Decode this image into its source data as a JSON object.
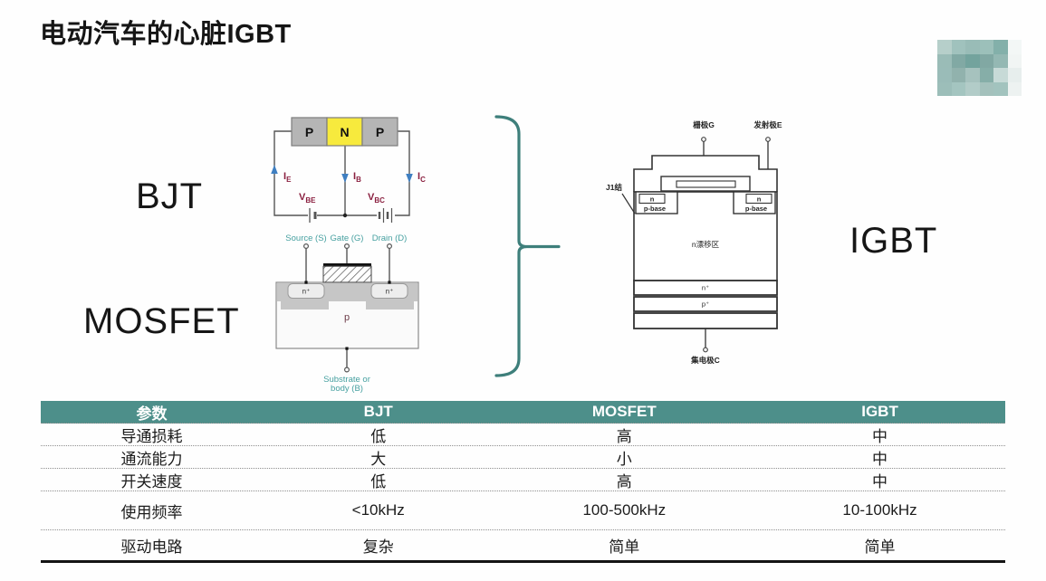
{
  "title": "电动汽车的心脏IGBT",
  "device_labels": {
    "bjt": "BJT",
    "mosfet": "MOSFET",
    "igbt": "IGBT"
  },
  "bjt_diagram": {
    "blocks": [
      "P",
      "N",
      "P"
    ],
    "currents": [
      {
        "base": "I",
        "sub": "E"
      },
      {
        "base": "I",
        "sub": "B"
      },
      {
        "base": "I",
        "sub": "C"
      }
    ],
    "voltages": [
      {
        "base": "V",
        "sub": "BE"
      },
      {
        "base": "V",
        "sub": "BC"
      }
    ]
  },
  "mosfet_diagram": {
    "terminals": [
      "Source (S)",
      "Gate (G)",
      "Drain (D)"
    ],
    "wells": [
      "n⁺",
      "n⁺"
    ],
    "body_label": "p",
    "substrate_line1": "Substrate or",
    "substrate_line2": "body (B)"
  },
  "igbt_diagram": {
    "gate_label": "栅极G",
    "emitter_label": "发射极E",
    "junction_label": "J1结",
    "well_n_left": "n",
    "well_n_right": "n",
    "well_pbase_left": "p-base",
    "well_pbase_right": "p-base",
    "drift_label": "n漂移区",
    "nplus_label": "n⁺",
    "pplus_label": "p⁺",
    "collector_label": "集电极C"
  },
  "table": {
    "headers": [
      "参数",
      "BJT",
      "MOSFET",
      "IGBT"
    ],
    "rows": [
      {
        "param": "导通损耗",
        "bjt": "低",
        "mosfet": "高",
        "igbt": "中"
      },
      {
        "param": "通流能力",
        "bjt": "大",
        "mosfet": "小",
        "igbt": "中"
      },
      {
        "param": "开关速度",
        "bjt": "低",
        "mosfet": "高",
        "igbt": "中"
      },
      {
        "param": "使用频率",
        "bjt": "<10kHz",
        "mosfet": "100-500kHz",
        "igbt": "10-100kHz"
      },
      {
        "param": "驱动电路",
        "bjt": "复杂",
        "mosfet": "简单",
        "igbt": "简单"
      }
    ]
  },
  "colors": {
    "table_header_bg": "#4d8f8a",
    "brace_teal": "#3e7f7b",
    "n_block_yellow": "#f7ea3d",
    "p_block_gray": "#b5b5b5",
    "arrow_blue": "#3f7fc1",
    "current_label_maroon": "#8a1f3f",
    "terminal_teal": "#46a0a0"
  },
  "logo_mosaic": [
    "#b6cfca",
    "#a0c2bd",
    "#99bcb7",
    "#9cc0ba",
    "#83b0aa",
    "#f3f7f6",
    "#9abcb7",
    "#81a9a4",
    "#73a39d",
    "#81a8a3",
    "#94b8b3",
    "#f1f5f4",
    "#9abcb8",
    "#91b2ad",
    "#a6c2be",
    "#86aea8",
    "#c7dad7",
    "#e7eeed",
    "#9cbeb9",
    "#a4c5c0",
    "#b2ccc8",
    "#a4c1bc",
    "#a2c3be",
    "#edf2f1"
  ]
}
